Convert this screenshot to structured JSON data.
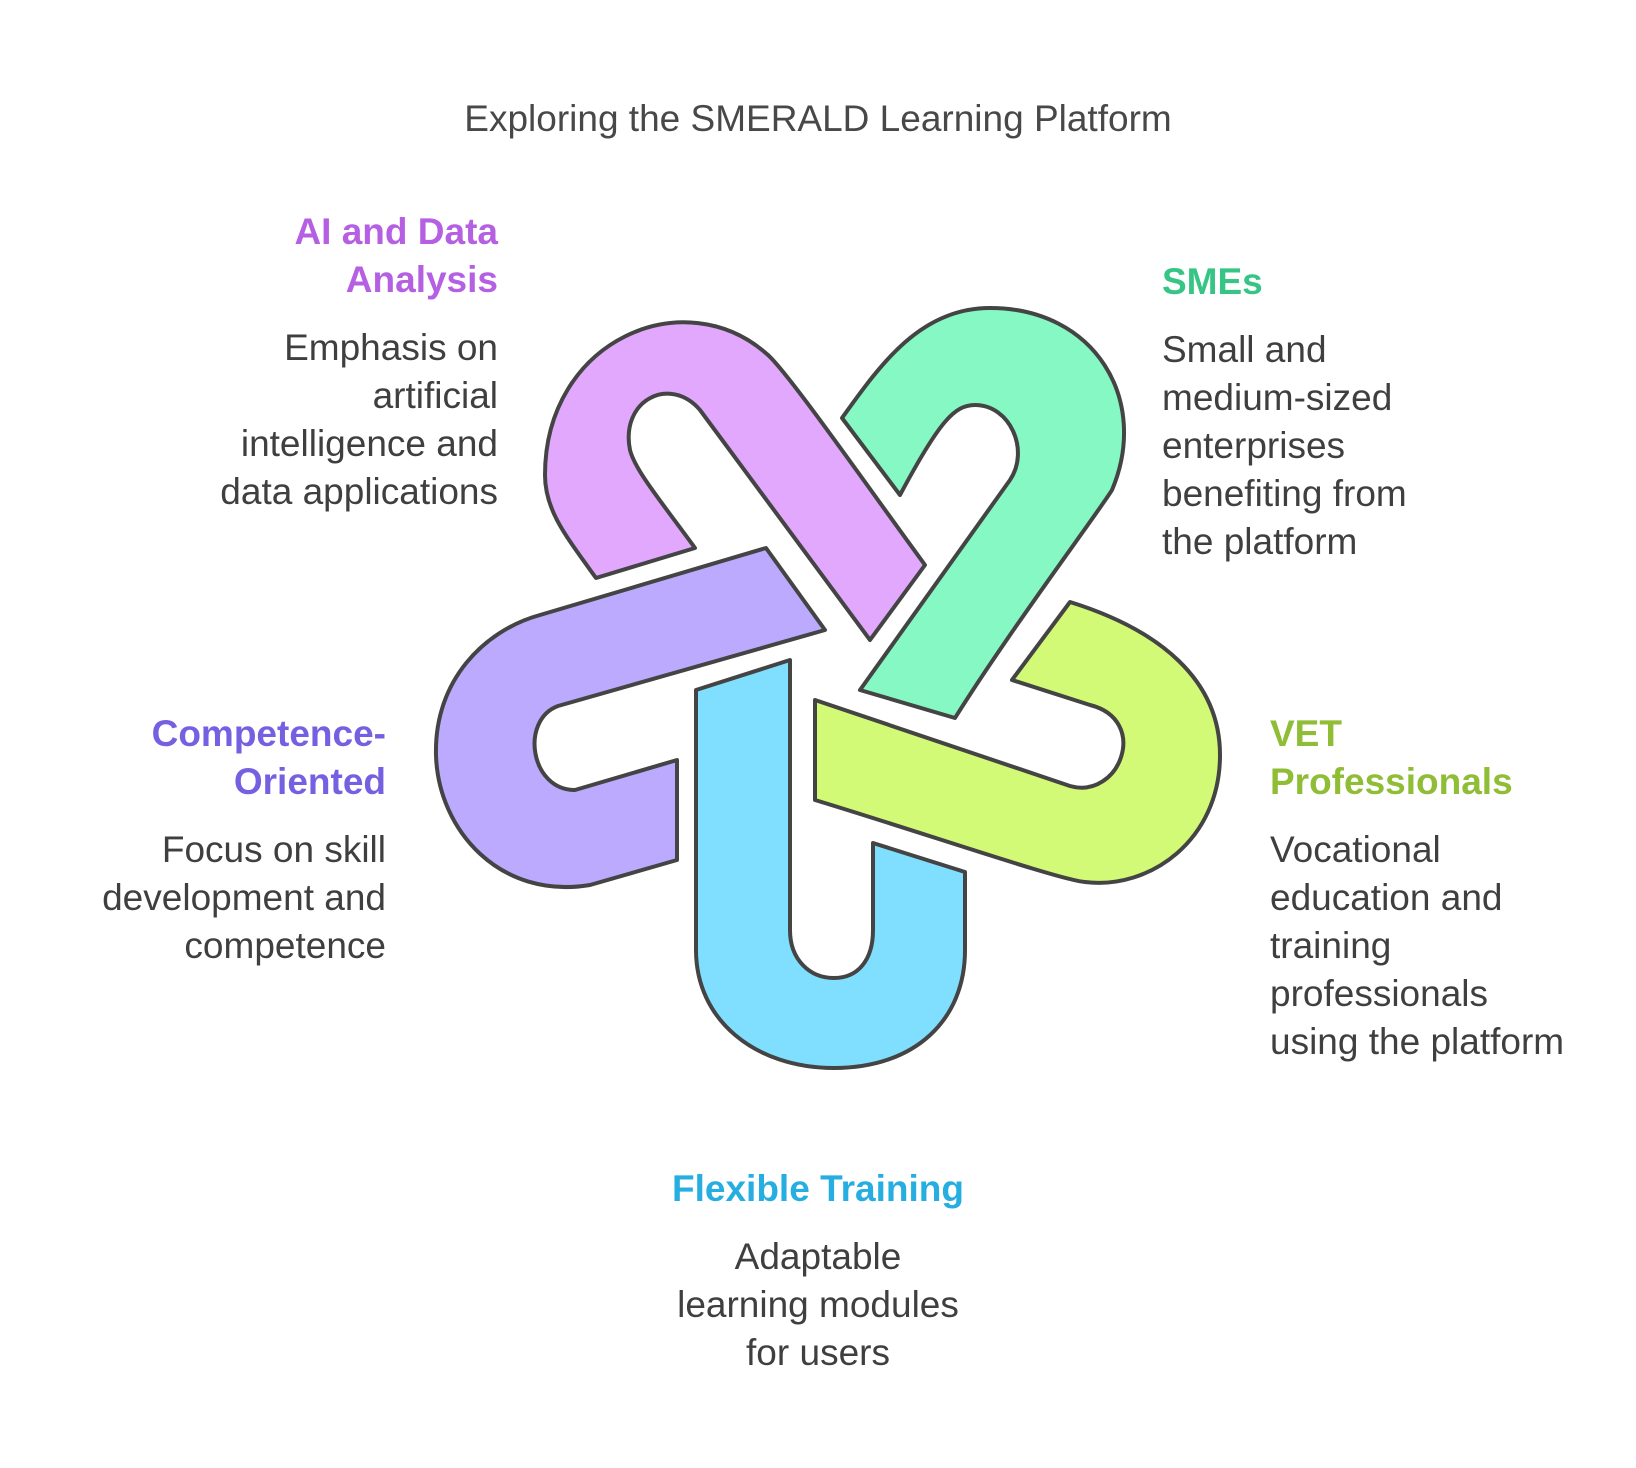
{
  "title": "Exploring the SMERALD Learning Platform",
  "colors": {
    "ai": "#b55fe3",
    "ai_fill": "#e2a8fd",
    "smes": "#36c585",
    "smes_fill": "#85f8c3",
    "vet": "#8fbd36",
    "vet_fill": "#d3fa76",
    "flex": "#26aee0",
    "flex_fill": "#80dffe",
    "comp": "#7560e1",
    "comp_fill": "#bbaafd",
    "outline": "#444444"
  },
  "items": {
    "ai": {
      "heading": "AI and Data Analysis",
      "heading_lines": [
        "AI and Data",
        "Analysis"
      ],
      "description_lines": [
        "Emphasis on",
        "artificial",
        "intelligence and",
        "data applications"
      ]
    },
    "smes": {
      "heading": "SMEs",
      "description_lines": [
        "Small and",
        "medium-sized",
        "enterprises",
        "benefiting from",
        "the platform"
      ]
    },
    "vet": {
      "heading": "VET Professionals",
      "heading_lines": [
        "VET",
        "Professionals"
      ],
      "description_lines": [
        "Vocational",
        "education and",
        "training",
        "professionals",
        "using the platform"
      ]
    },
    "flex": {
      "heading": "Flexible Training",
      "description_lines": [
        "Adaptable",
        "learning modules",
        "for users"
      ]
    },
    "comp": {
      "heading": "Competence-Oriented",
      "heading_lines": [
        "Competence-",
        "Oriented"
      ],
      "description_lines": [
        "Focus on skill",
        "development and",
        "competence"
      ]
    }
  }
}
